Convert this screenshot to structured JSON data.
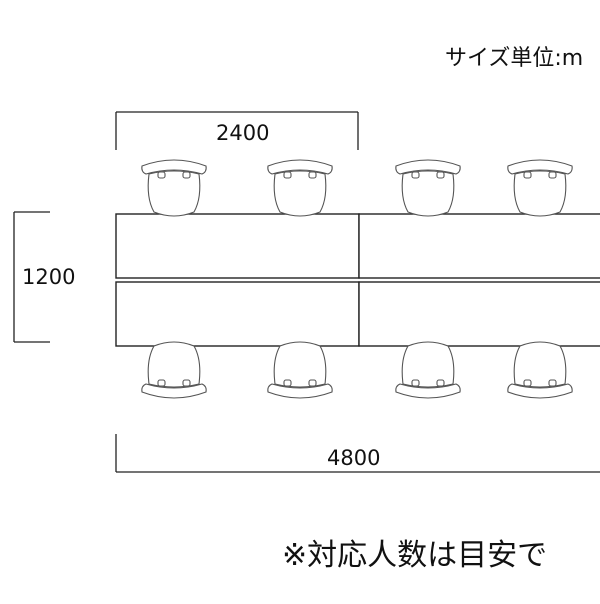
{
  "unit_label": "サイズ単位:m",
  "dimensions": {
    "width_single": "2400",
    "depth": "1200",
    "width_total": "4800"
  },
  "note": "※対応人数は目安で",
  "colors": {
    "line": "#222222",
    "chair_line": "#555555",
    "background": "#ffffff"
  }
}
